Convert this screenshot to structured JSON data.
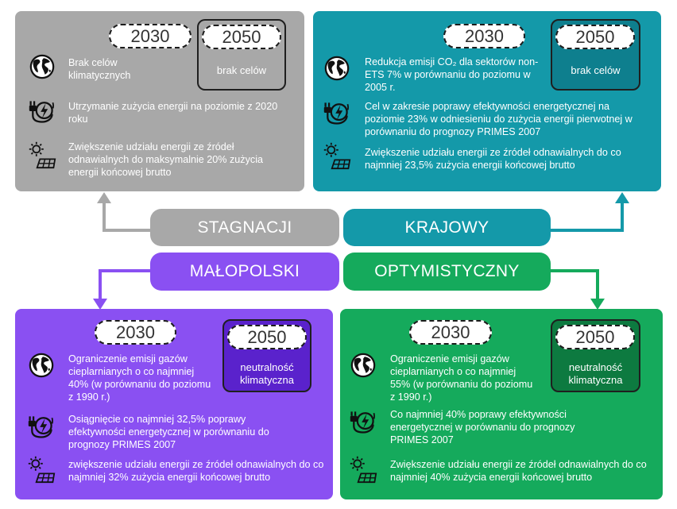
{
  "scenarios": {
    "stagnation": {
      "label": "STAGNACJI",
      "year_2030": "2030",
      "year_2050": "2050",
      "goal_2050": "brak celów",
      "items": [
        {
          "icon": "globe-icon",
          "text": "Brak celów klimatycznych"
        },
        {
          "icon": "energy-plug-icon",
          "text": "Utrzymanie zużycia energii na poziomie z 2020 roku"
        },
        {
          "icon": "solar-panel-icon",
          "text": "Zwiększenie udziału energii ze źródeł odnawialnych do maksymalnie 20% zużycia energii końcowej brutto"
        }
      ],
      "color": "#a8a8a8"
    },
    "national": {
      "label": "KRAJOWY",
      "year_2030": "2030",
      "year_2050": "2050",
      "goal_2050": "brak celów",
      "items": [
        {
          "icon": "globe-icon",
          "text": "Redukcja emisji CO₂ dla sektorów non-ETS  7% w porównaniu do poziomu w 2005 r."
        },
        {
          "icon": "energy-plug-icon",
          "text": "Cel w zakresie poprawy efektywności energetycznej na poziomie 23% w odniesieniu do zużycia energii pierwotnej w porównaniu do prognozy PRIMES 2007"
        },
        {
          "icon": "solar-panel-icon",
          "text": "Zwiększenie udziału energii ze źródeł odnawialnych do co najmniej 23,5% zużycia energii końcowej brutto"
        }
      ],
      "color": "#1499a9"
    },
    "malopolska": {
      "label": "MAŁOPOLSKI",
      "year_2030": "2030",
      "year_2050": "2050",
      "goal_2050": "neutralność klimatyczna",
      "items": [
        {
          "icon": "globe-icon",
          "text": "Ograniczenie emisji gazów cieplarnianych o co najmniej 40% (w porównaniu do poziomu z 1990 r.)"
        },
        {
          "icon": "energy-plug-icon",
          "text": "Osiągnięcie co najmniej 32,5% poprawy efektywności energetycznej w porównaniu do prognozy PRIMES 2007"
        },
        {
          "icon": "solar-panel-icon",
          "text": "zwiększenie udziału energii ze źródeł odnawialnych do co najmniej 32% zużycia energii końcowej brutto"
        }
      ],
      "color": "#8a50f2"
    },
    "optimistic": {
      "label": "OPTYMISTYCZNY",
      "year_2030": "2030",
      "year_2050": "2050",
      "goal_2050": "neutralność klimatyczna",
      "items": [
        {
          "icon": "globe-icon",
          "text": "Ograniczenie emisji gazów cieplarnianych o co najmniej 55% (w porównaniu do poziomu z 1990 r.)"
        },
        {
          "icon": "energy-plug-icon",
          "text": "Co najmniej 40% poprawy efektywności energetycznej w porównaniu do prognozy PRIMES 2007"
        },
        {
          "icon": "solar-panel-icon",
          "text": "Zwiększenie udziału energii ze źródeł odnawialnych do co najmniej 40% zużycia energii końcowej brutto"
        }
      ],
      "color": "#15aa5c"
    }
  }
}
